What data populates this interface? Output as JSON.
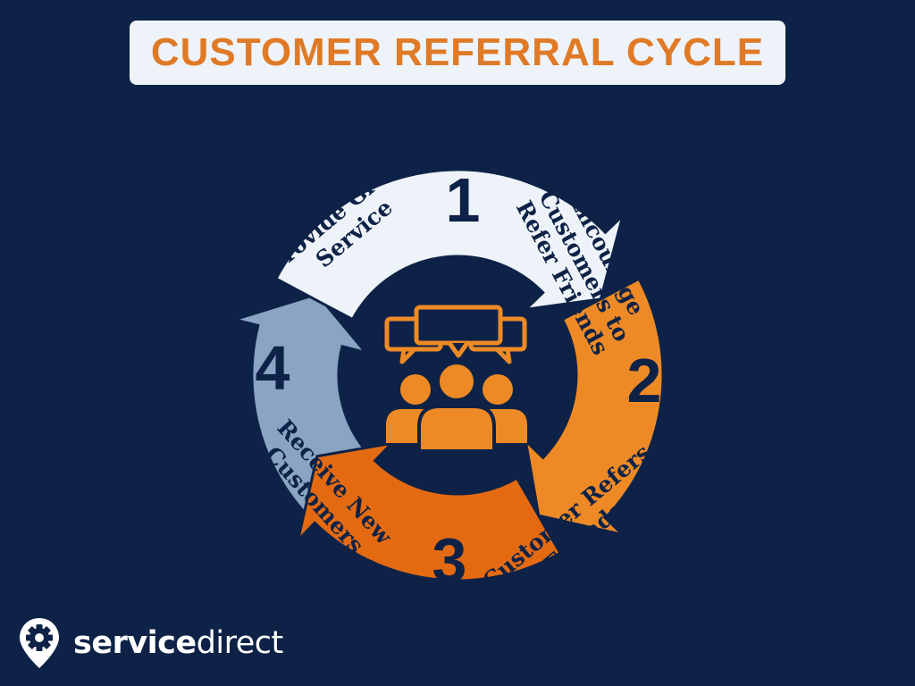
{
  "title": "CUSTOMER REFERRAL CYCLE",
  "colors": {
    "background": "#0d2246",
    "title_box": "#eef3f9",
    "title_text": "#e07a26",
    "step1": "#eef3f9",
    "step2": "#ee8a25",
    "step3": "#e46a12",
    "step4": "#8aa4c3",
    "text_dark": "#0d2246",
    "icon": "#ee8a25"
  },
  "steps": [
    {
      "number": "1",
      "line1": "Provide Great",
      "line2": "Service"
    },
    {
      "number": "2",
      "line1": "Encourage",
      "line2": "Customers to",
      "line3": "Refer Friends"
    },
    {
      "number": "3",
      "line1": "Customer Refers",
      "line2": "Friends"
    },
    {
      "number": "4",
      "line1": "Receive New",
      "line2": "Customers"
    }
  ],
  "center_icon": "people-chat-icon",
  "logo": {
    "bold": "service",
    "regular": "direct",
    "icon": "gear-pin-icon"
  }
}
